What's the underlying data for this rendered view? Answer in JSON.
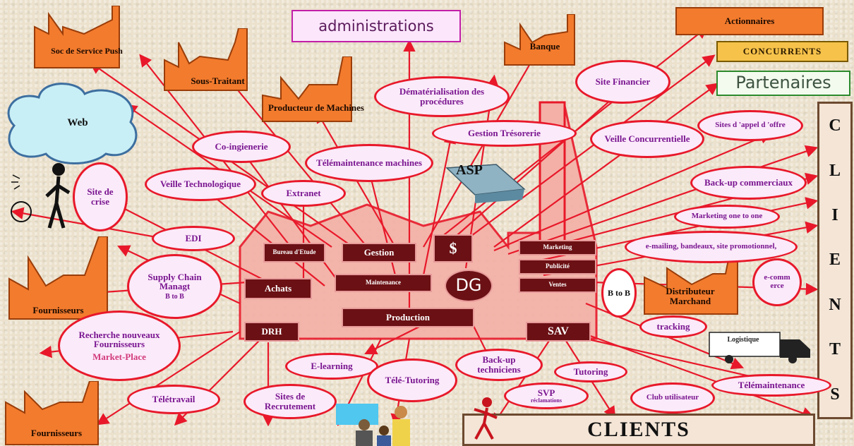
{
  "title_boxes": {
    "administrations": "administrations",
    "actionnaires": "Actionnaires",
    "concurrents": "CONCURRENTS",
    "partenaires": "Partenaires",
    "clients_bottom": "CLIENTS",
    "clients_vertical": [
      "C",
      "L",
      "I",
      "E",
      "N",
      "T",
      "S"
    ]
  },
  "orange_boxes": {
    "soc_push": "Soc de Service Push",
    "sous_traitant": "Sous-Traitant",
    "producteur": "Producteur de Machines",
    "banque": "Banque",
    "fournisseurs_top": "Fournisseurs",
    "fournisseurs_bottom": "Fournisseurs",
    "distributeur": "Distributeur Marchand"
  },
  "cloud": {
    "web": "Web"
  },
  "asp": "ASP",
  "departments": {
    "bureau": "Bureau d'Etude",
    "gestion": "Gestion",
    "dollar": "$",
    "marketing": "Marketing",
    "publicite": "Publicité",
    "ventes": "Ventes",
    "achats": "Achats",
    "maintenance": "Maintenance",
    "dg": "DG",
    "production": "Production",
    "drh": "DRH",
    "sav": "SAV"
  },
  "ovals": {
    "dematerialisation": "Dématérialisation des procédures",
    "site_financier": "Site Financier",
    "gestion_tresorerie": "Gestion Trésorerie",
    "co_ingienerie": "Co-ingienerie",
    "telemaintenance_machines": "Télémaintenance machines",
    "veille_concurrentielle": "Veille Concurrentielle",
    "sites_appel_offre": "Sites d 'appel d 'offre",
    "veille_techno": "Veille Technologique",
    "extranet": "Extranet",
    "site_crise": "Site de crise",
    "backup_commerciaux": "Back-up commerciaux",
    "marketing_one": "Marketing one to one",
    "edi": "EDI",
    "emailing": "e-mailing, bandeaux, site promotionnel,",
    "supply_chain": "Supply Chain Managt",
    "supply_chain_b2b": "B to B",
    "btob": "B to B",
    "ecommerce": "e-comm erce",
    "tracking": "tracking",
    "recherche_fournisseurs": "Recherche nouveaux Fournisseurs",
    "market_place": "Market-Place",
    "elearning": "E-learning",
    "tele_tutoring": "Télé-Tutoring",
    "backup_techniciens": "Back-up techniciens",
    "tutoring": "Tutoring",
    "svp": "SVP",
    "svp_sub": "réclamations",
    "club": "Club utilisateur",
    "telemaintenance": "Télémaintenance",
    "teletravail": "Télétravail",
    "sites_recrutement": "Sites de Recrutement"
  },
  "truck": {
    "label": "Logistique"
  },
  "colors": {
    "wire": "#e8182a",
    "oval_text": "#7a1690",
    "orange": "#f37b2d",
    "dept": "#6b1014"
  }
}
